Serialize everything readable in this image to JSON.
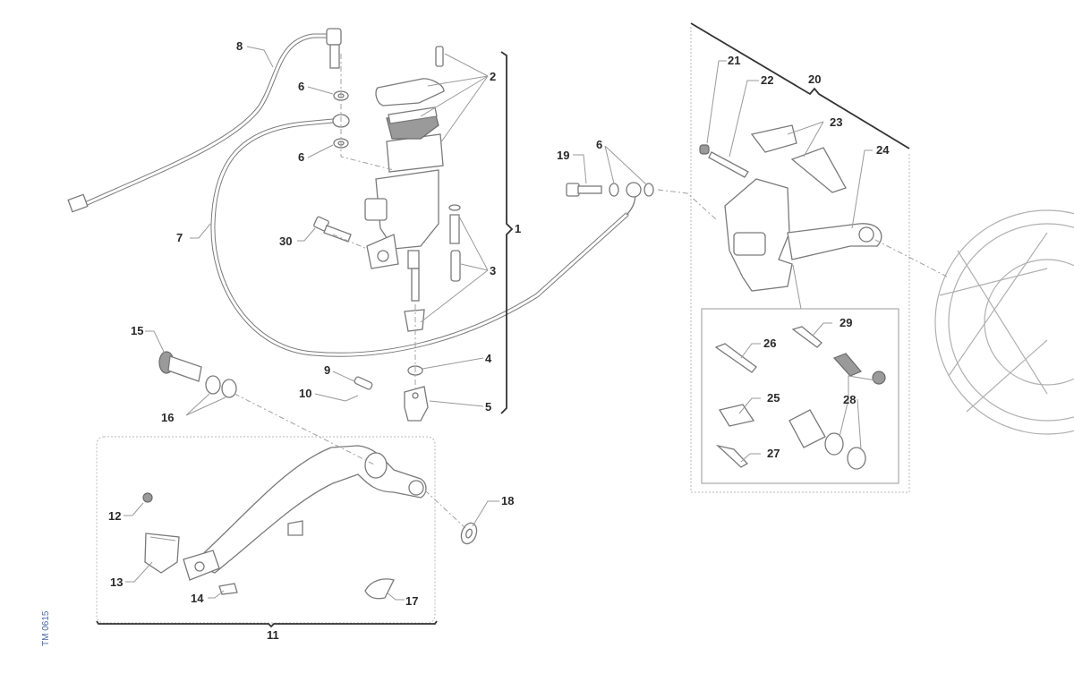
{
  "figure_code": "TM 0615",
  "callouts": {
    "c1": "1",
    "c2": "2",
    "c3": "3",
    "c4": "4",
    "c5": "5",
    "c6a": "6",
    "c6b": "6",
    "c6c": "6",
    "c7": "7",
    "c8": "8",
    "c9": "9",
    "c10": "10",
    "c11": "11",
    "c12": "12",
    "c13": "13",
    "c14": "14",
    "c15": "15",
    "c16": "16",
    "c17": "17",
    "c18": "18",
    "c19": "19",
    "c20": "20",
    "c21": "21",
    "c22": "22",
    "c23": "23",
    "c24": "24",
    "c25": "25",
    "c26": "26",
    "c27": "27",
    "c28": "28",
    "c29": "29",
    "c30": "30"
  },
  "colors": {
    "line": "#7a7a7a",
    "label": "#2a2a2a",
    "figure_code": "#4a6aa8"
  }
}
